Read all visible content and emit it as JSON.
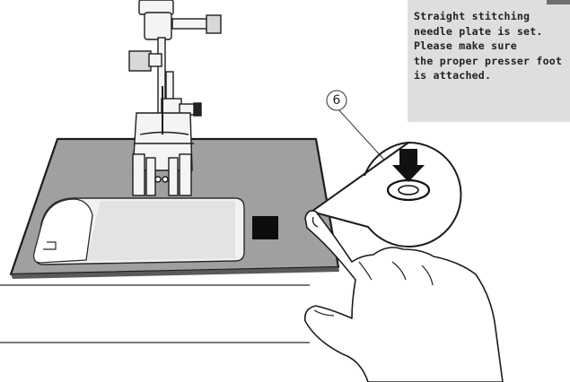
{
  "screen_message": {
    "lines": [
      "Straight stitching",
      "needle plate is set.",
      "Please make sure",
      "the proper presser foot",
      "is attached."
    ]
  },
  "callout": {
    "number": "6",
    "symbol": "⑥"
  },
  "colors": {
    "bed": "#a0a0a0",
    "screen_panel": "#dedede",
    "outline": "#1c1c1c"
  }
}
